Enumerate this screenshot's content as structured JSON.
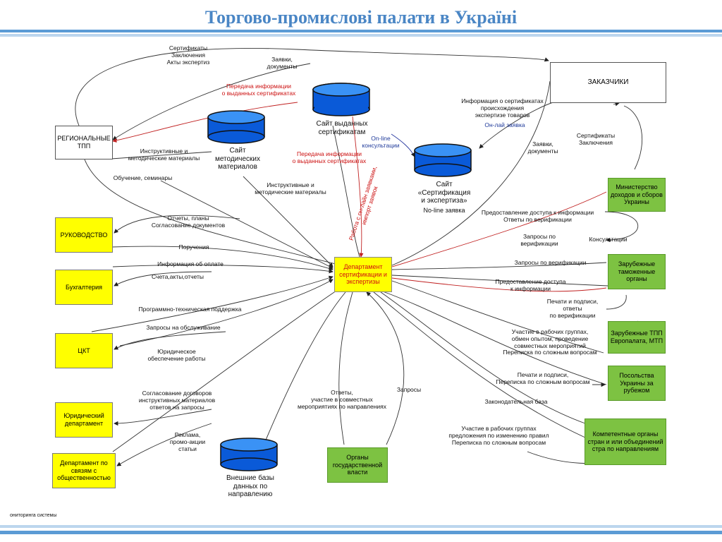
{
  "title": "Торгово-промислові палати в Україні",
  "colors": {
    "title": "#4a86c5",
    "band": "#5b9bd5",
    "yellow": "#ffff00",
    "green": "#7dc242",
    "red_label": "#cc1010",
    "blue_label": "#1f3a9a",
    "db_blue": "#0a5ad8"
  },
  "nodes": {
    "customers": "ЗАКАЗЧИКИ",
    "regional": "РЕГИОНАЛЬНЫЕ\nТПП",
    "department": "Департамент\nсертификации и\nэкспертизы",
    "management": "РУКОВОДСТВО",
    "accounting": "Бухгалтерия",
    "ckt": "ЦКТ",
    "legal": "Юридический\nдепартамент",
    "pr": "Департамент по\nсвязям с\nобщественностью",
    "ministry": "Министерство\nдоходов и сборов\nУкраины",
    "customs": "Зарубежные\nтаможенные\nорганы",
    "foreign_cci": "Зарубежные ТПП\nЕвропалата, МТП",
    "embassies": "Посольства\nУкраины за\nрубежом",
    "competent": "Компетентные органы\nстран и или объединений\nстра по направлениям",
    "gov": "Органы\nгосударственной\nвласти"
  },
  "databases": {
    "issued_site": "Сайт выданных\nсертификатам",
    "methodical_site": "Сайт\nметодических\nматериалов",
    "cert_site": "Сайт\n«Сертификация\nи экспертиза»",
    "cert_site_note": "No-line заявка",
    "external": "Внешние базы\nданных по\nнаправлению"
  },
  "labels": {
    "l1": "Сертификаты\nЗаключения\nАкты экспертиз",
    "l2": "Заявки,\nдокументы",
    "l3": "Передача информации\nо выданных сертификатах",
    "l4": "Информация о сертификатах\nпроисхождения\nэкспертизе товаров",
    "l5": "Он-лай заявка",
    "l6": "On-line\nконсультации",
    "l7": "Передача информации\nо выданных сертификатах",
    "l8": "Заявки,\nдокументы",
    "l9": "Сертификаты\nЗаключения",
    "l10": "Инструктивные и\nметодические материалы",
    "l11": "Обучение, семинары",
    "l12": "Инструктивные и\nметодические материалы",
    "l13": "Работа с он-лайн заявками,\nимпорт заявок",
    "l14": "Отчеты, планы\nСогласование документов",
    "l15": "Поручения",
    "l16": "Информация об оплате",
    "l17": "Счета,акты,отчеты",
    "l18": "Программно-техническая поддержка",
    "l19": "Запросы на обслуживание",
    "l20": "Юридическое\nобеспечение работы",
    "l21": "Согласование договоров\nинструктивных материалов\nответов на запросы",
    "l22": "Реклама,\nпромо-акции\nстатьи",
    "l23": "Ответы,\nучастие в совместных\nмероприятиях по направлениях",
    "l24": "Запросы",
    "l25": "Предоставление доступа к информации\nОтветы  по верификации",
    "l26": "Запросы по\nверификации",
    "l27": "Консультации",
    "l28": "Запросы по верификации",
    "l29": "Предоставление доступа\nк информации",
    "l30": "Печати и подписи,\nответы\nпо верификации",
    "l31": "Участие в рабочих группах,\nобмен опытом, проведение\nсовместных мероприятий\nПереписка по сложным вопросам",
    "l32": "Печати и подписи,\nПереписка по сложным вопросам",
    "l33": "Законодательная база",
    "l34": "Участие в рабочих группах\nпредложения по изменению правил\nПереписка по сложным вопросам"
  },
  "footnote": "ониторинга системы"
}
